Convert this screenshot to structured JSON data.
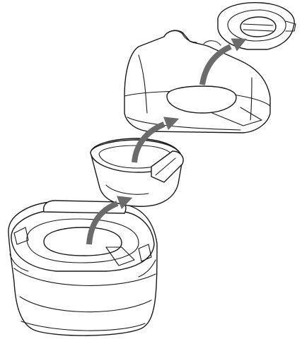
{
  "diagram": {
    "parts": [
      {
        "id": "base-body",
        "icon": "potty-base-icon"
      },
      {
        "id": "removable-bowl",
        "icon": "potty-bowl-icon"
      },
      {
        "id": "trainer-seat",
        "icon": "trainer-seat-icon"
      },
      {
        "id": "lid",
        "icon": "seat-lid-icon"
      }
    ],
    "arrows": [
      {
        "from": "base-body",
        "to": "removable-bowl"
      },
      {
        "from": "removable-bowl",
        "to": "trainer-seat"
      },
      {
        "from": "trainer-seat",
        "to": "lid"
      }
    ],
    "colors": {
      "line": "#1a1a1a",
      "fill": "#ffffff",
      "arrow": "#6b6b6b"
    }
  }
}
